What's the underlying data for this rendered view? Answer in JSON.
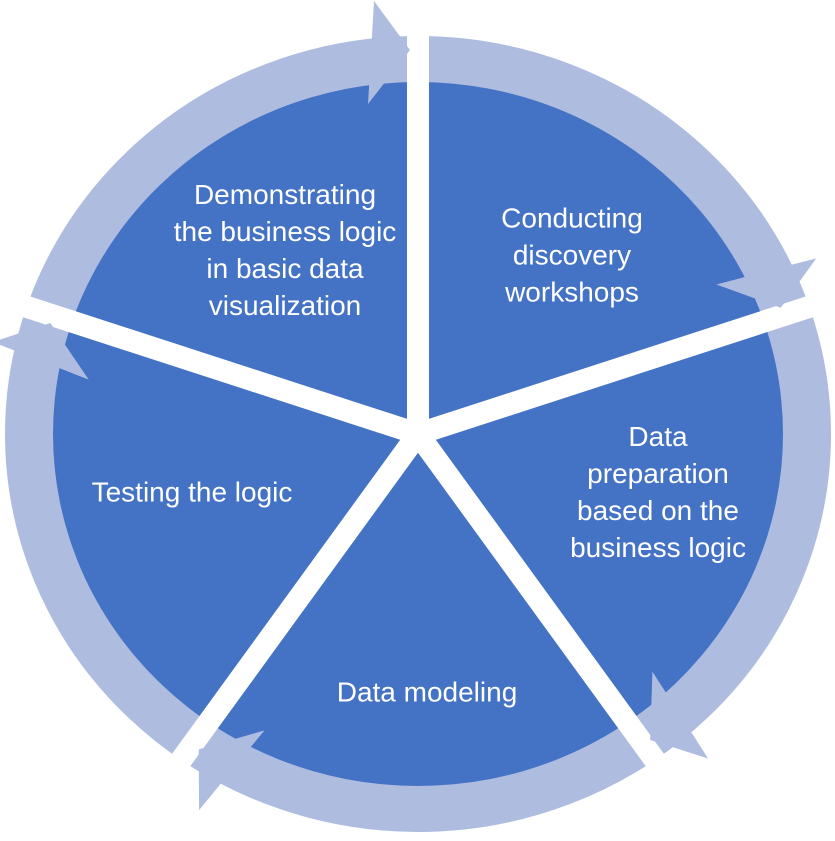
{
  "diagram": {
    "type": "cycle-diagram",
    "flow_direction": "clockwise",
    "arrow_count": 5,
    "colors": {
      "segment": "#4472C4",
      "ring": "#AEBCE0",
      "gap": "#FFFFFF",
      "label_text": "#FFFFFF",
      "background": "#FFFFFF"
    },
    "segments": [
      {
        "order": 1,
        "position": "top-right",
        "label": "Conducting\ndiscovery\nworkshops"
      },
      {
        "order": 2,
        "position": "right",
        "label": "Data\npreparation\nbased on the\nbusiness logic"
      },
      {
        "order": 3,
        "position": "bottom",
        "label": "Data modeling"
      },
      {
        "order": 4,
        "position": "left",
        "label": "Testing the logic"
      },
      {
        "order": 5,
        "position": "top-left",
        "label": "Demonstrating\nthe business logic\nin basic data\nvisualization"
      }
    ]
  }
}
